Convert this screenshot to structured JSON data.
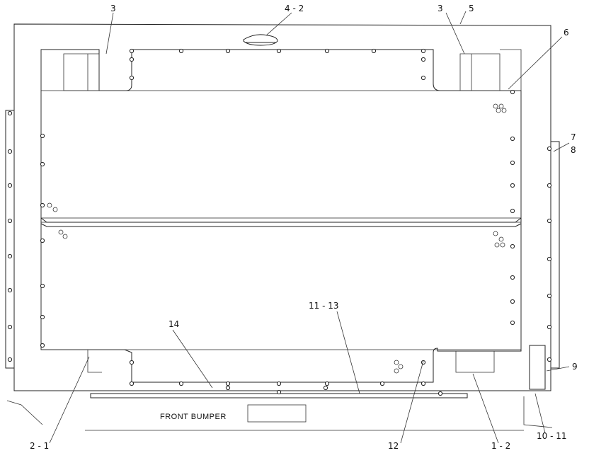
{
  "callouts": [
    {
      "id": "c3a",
      "text": "3"
    },
    {
      "id": "c42",
      "text": "4 - 2"
    },
    {
      "id": "c3b",
      "text": "3"
    },
    {
      "id": "c5",
      "text": "5"
    },
    {
      "id": "c6",
      "text": "6"
    },
    {
      "id": "c7",
      "text": "7"
    },
    {
      "id": "c8",
      "text": "8"
    },
    {
      "id": "c14",
      "text": "14"
    },
    {
      "id": "c1113",
      "text": "11 - 13"
    },
    {
      "id": "c9",
      "text": "9"
    },
    {
      "id": "c21",
      "text": "2 - 1"
    },
    {
      "id": "c12",
      "text": "12"
    },
    {
      "id": "c12b",
      "text": "1 - 2"
    },
    {
      "id": "c1011",
      "text": "10 - 11"
    }
  ],
  "caption": "FRONT BUMPER"
}
